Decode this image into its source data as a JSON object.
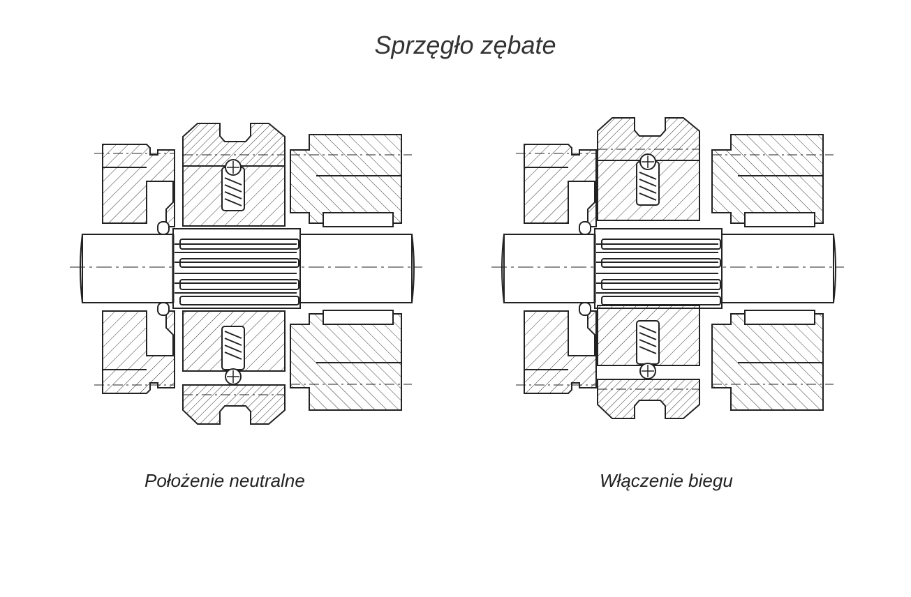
{
  "title": "Sprzęgło zębate",
  "captions": {
    "neutral": "Położenie neutralne",
    "engaged": "Włączenie biegu"
  },
  "colors": {
    "ink": "#222222",
    "background": "#ffffff"
  }
}
